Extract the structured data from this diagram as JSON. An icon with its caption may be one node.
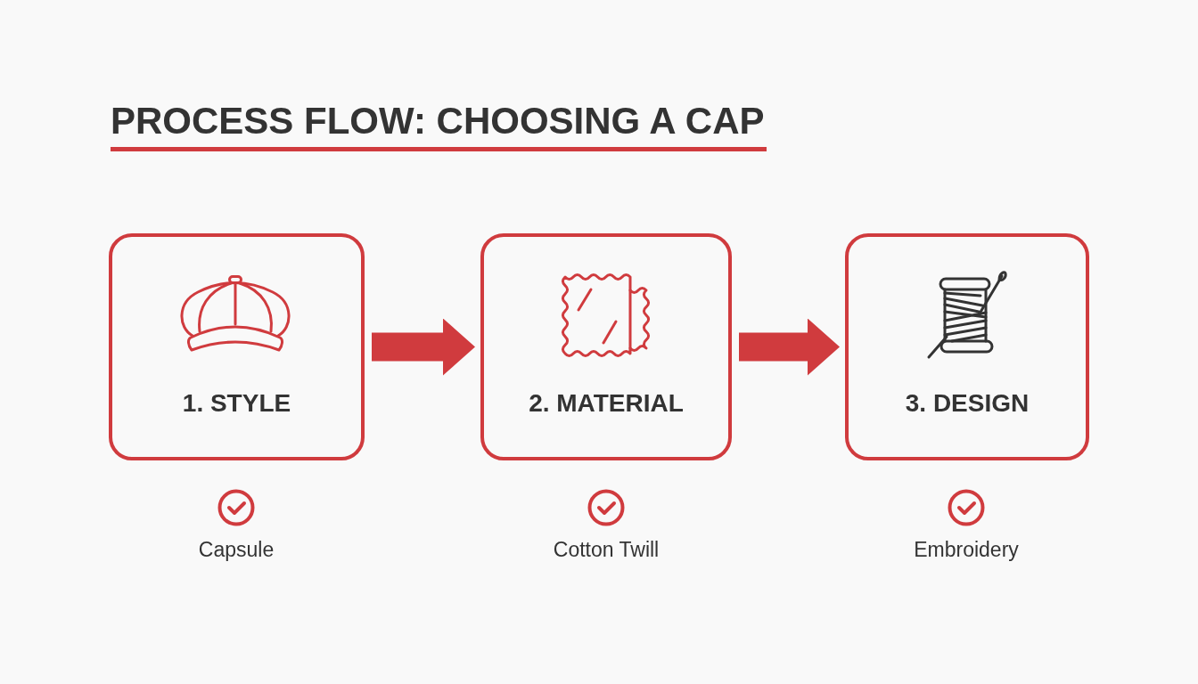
{
  "diagram": {
    "title": "PROCESS FLOW: CHOOSING A CAP",
    "nodes": [
      {
        "text": [
          "1. STYLE"
        ]
      },
      {
        "text": [
          "2. MATERIAL"
        ]
      },
      {
        "text": [
          "3. DESIGN"
        ]
      }
    ],
    "edges": [
      {
        "from": 0,
        "to": 1,
        "arrow": "to"
      },
      {
        "from": 1,
        "to": 2,
        "arrow": "to"
      }
    ],
    "labels": [
      "Capsule",
      "Cotton Twill",
      "Embroidery"
    ]
  }
}
